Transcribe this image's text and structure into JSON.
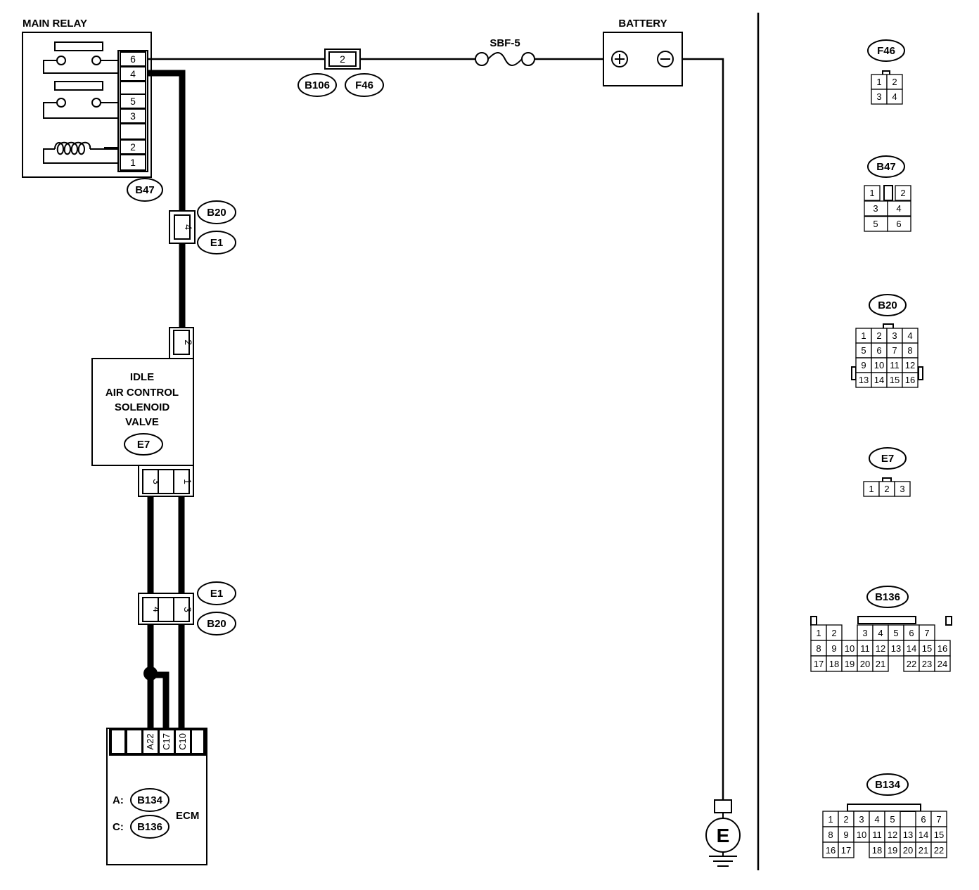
{
  "main_relay": {
    "title": "MAIN RELAY",
    "pins": [
      "6",
      "4",
      "5",
      "3",
      "2",
      "1"
    ],
    "connector": "B47"
  },
  "battery": {
    "title": "BATTERY",
    "plus": "⊕",
    "minus": "⊖"
  },
  "fuse": {
    "label": "SBF-5"
  },
  "inline_f46": {
    "pin": "2",
    "left_tag": "B106",
    "right_tag": "F46"
  },
  "inline_b20_top": {
    "pin": "4",
    "top_tag": "B20",
    "bottom_tag": "E1"
  },
  "iacv": {
    "title_lines": [
      "IDLE",
      "AIR CONTROL",
      "SOLENOID",
      "VALVE"
    ],
    "connector": "E7",
    "top_pin": "2",
    "bottom_pins": [
      "3",
      "",
      "1"
    ]
  },
  "inline_b20_bottom": {
    "pins": [
      "4",
      "",
      "3"
    ],
    "top_tag": "E1",
    "bottom_tag": "B20"
  },
  "ecm": {
    "title": "ECM",
    "pins": [
      "",
      "",
      "A22",
      "C17",
      "C10",
      ""
    ],
    "conn_a_prefix": "A:",
    "conn_a": "B134",
    "conn_c_prefix": "C:",
    "conn_c": "B136"
  },
  "ground": {
    "symbol": "E"
  },
  "legend": {
    "f46": {
      "name": "F46",
      "rows": [
        [
          "1",
          "2"
        ],
        [
          "3",
          "4"
        ]
      ]
    },
    "b47": {
      "name": "B47",
      "rows": [
        [
          "1",
          "",
          "2"
        ],
        [
          "3",
          "4"
        ],
        [
          "5",
          "6"
        ]
      ]
    },
    "b20": {
      "name": "B20",
      "rows": [
        [
          "1",
          "2",
          "3",
          "4"
        ],
        [
          "5",
          "6",
          "7",
          "8"
        ],
        [
          "9",
          "10",
          "11",
          "12"
        ],
        [
          "13",
          "14",
          "15",
          "16"
        ]
      ]
    },
    "e7": {
      "name": "E7",
      "rows": [
        [
          "1",
          "2",
          "3"
        ]
      ]
    },
    "b136": {
      "name": "B136",
      "rows": [
        [
          "1",
          "2",
          "",
          "3",
          "4",
          "5",
          "6",
          "7"
        ],
        [
          "8",
          "9",
          "10",
          "11",
          "12",
          "13",
          "14",
          "15",
          "16"
        ],
        [
          "17",
          "18",
          "19",
          "20",
          "21",
          "",
          "22",
          "23",
          "24"
        ]
      ]
    },
    "b134": {
      "name": "B134",
      "rows": [
        [
          "1",
          "2",
          "3",
          "4",
          "5",
          "",
          "6",
          "7"
        ],
        [
          "8",
          "9",
          "10",
          "11",
          "12",
          "13",
          "14",
          "15"
        ],
        [
          "16",
          "17",
          "",
          "18",
          "19",
          "20",
          "21",
          "22"
        ]
      ]
    }
  }
}
